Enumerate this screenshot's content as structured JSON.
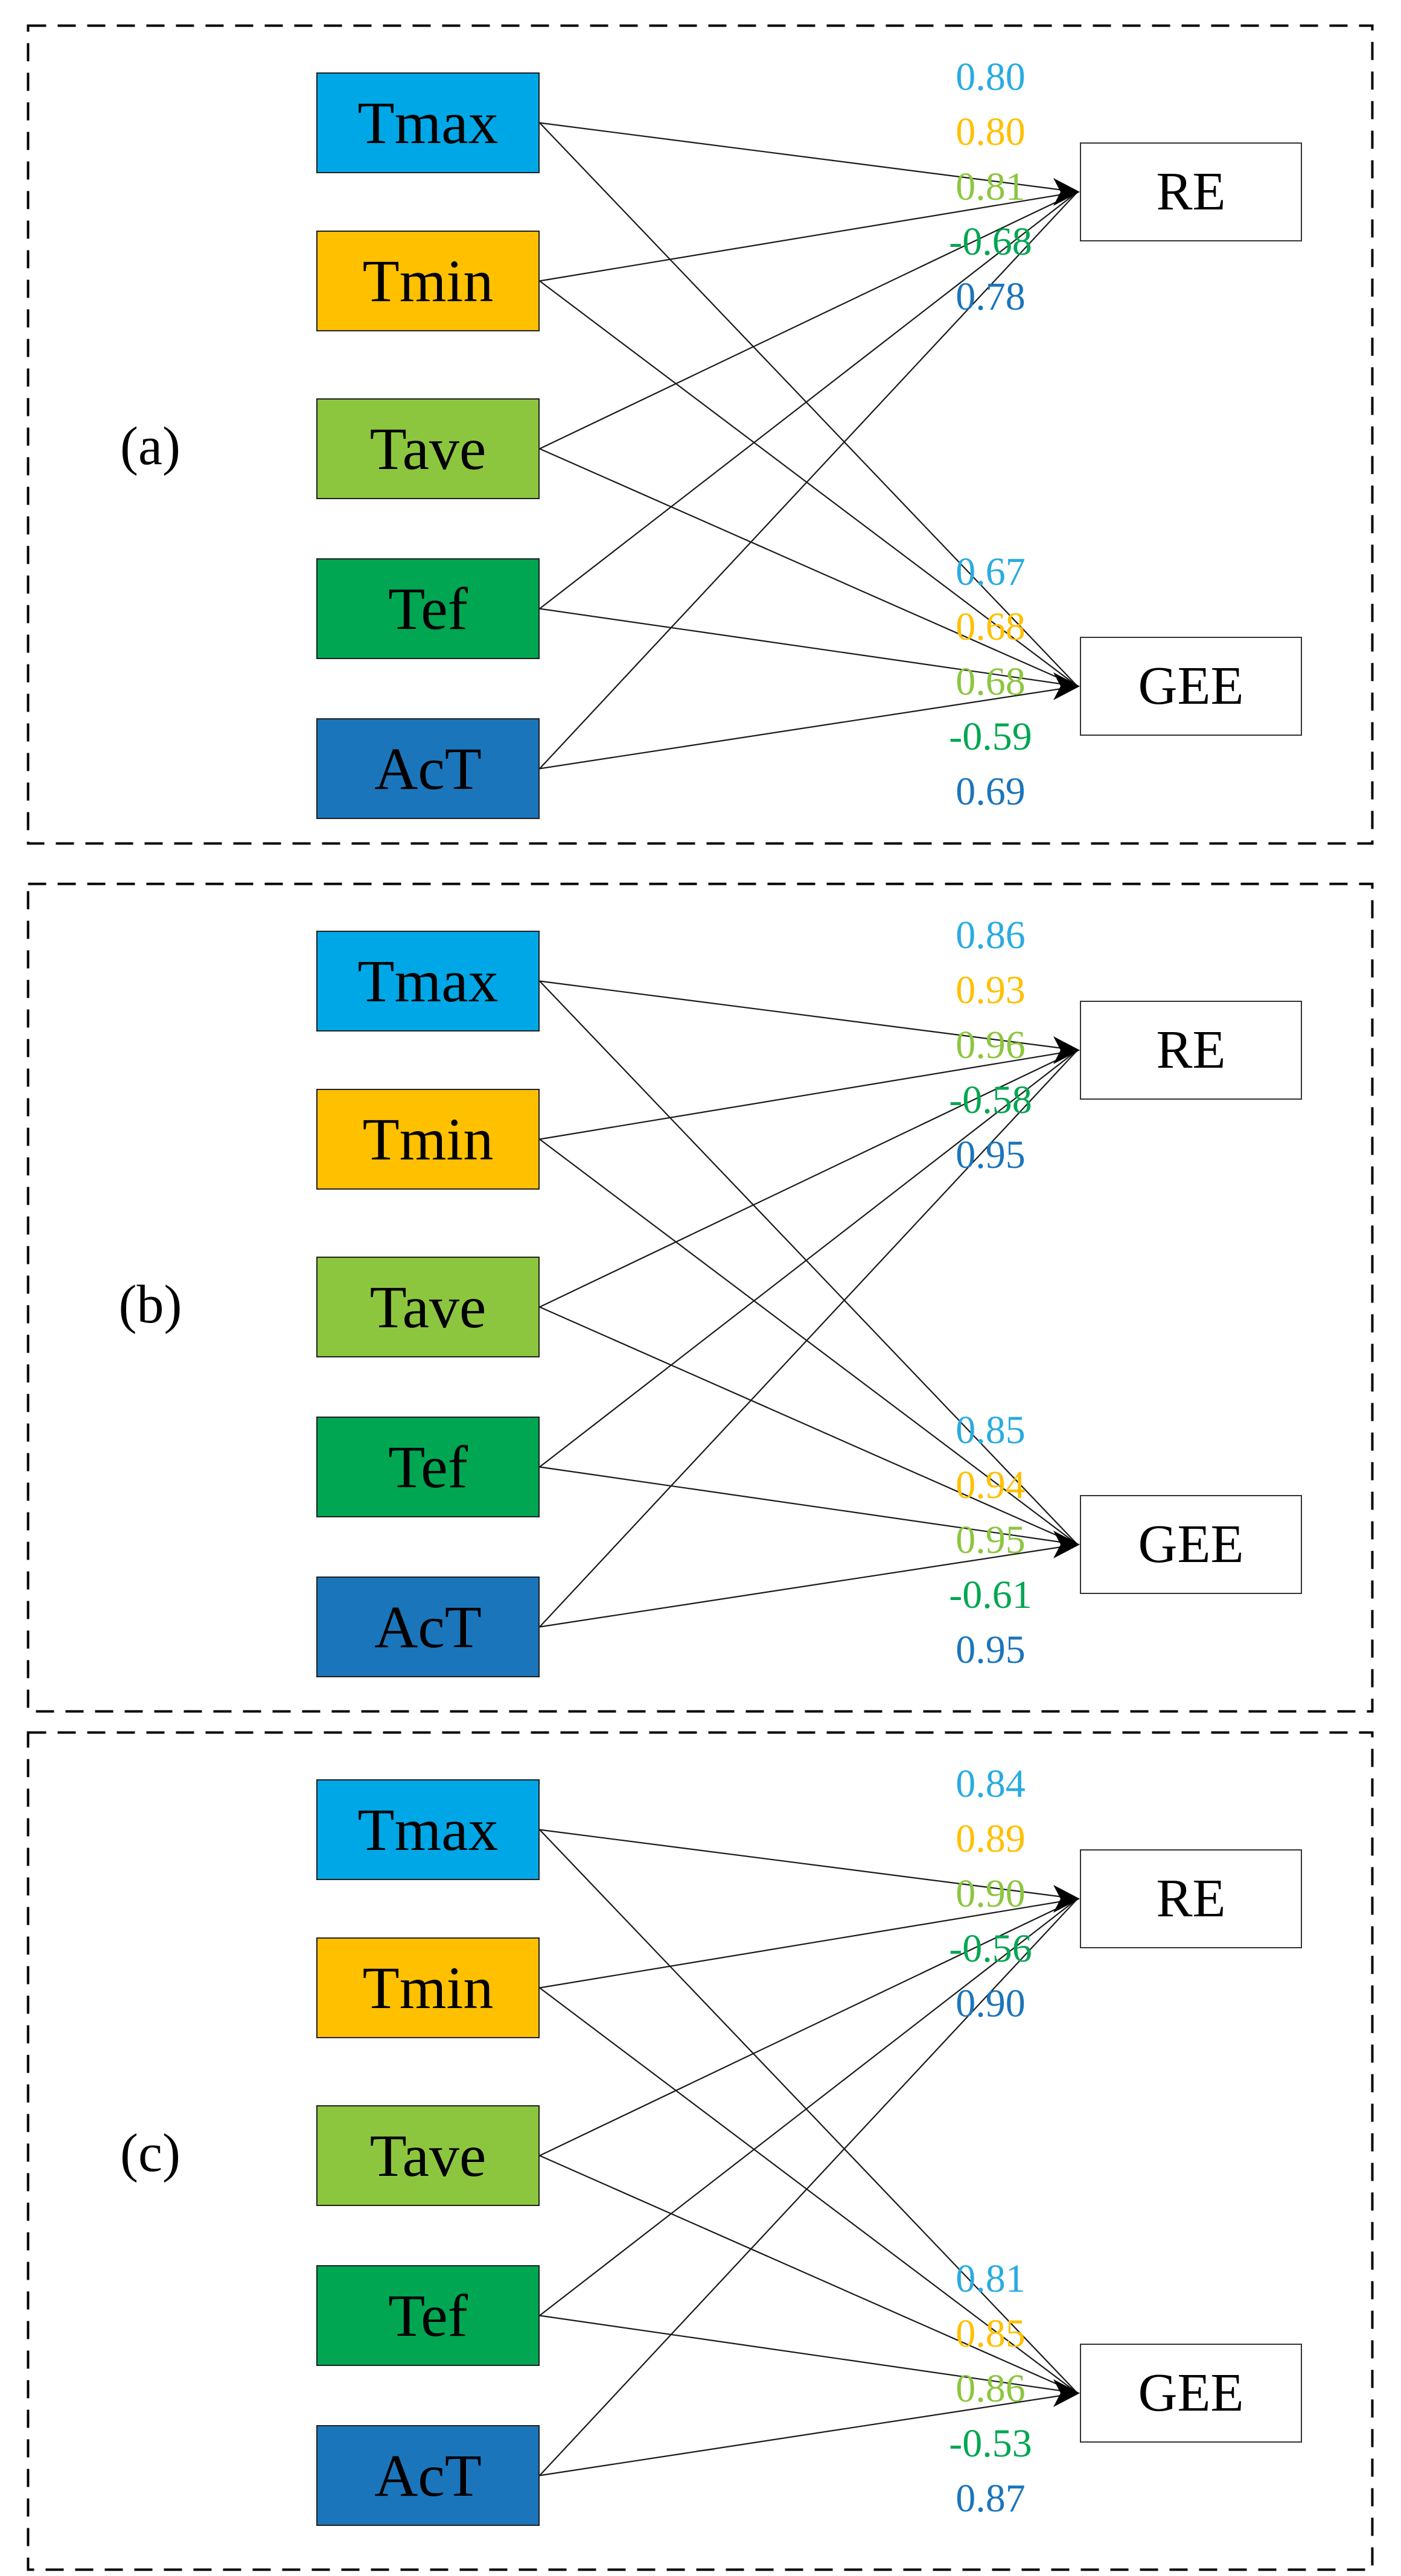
{
  "figure": {
    "predictors": [
      {
        "id": "tmax",
        "label": "Tmax",
        "box_color": "#00A7E7",
        "text_color": "#29ABE2"
      },
      {
        "id": "tmin",
        "label": "Tmin",
        "box_color": "#FFC000",
        "text_color": "#FFC000"
      },
      {
        "id": "tave",
        "label": "Tave",
        "box_color": "#8CC63F",
        "text_color": "#8CC63F"
      },
      {
        "id": "tef",
        "label": "Tef",
        "box_color": "#00A651",
        "text_color": "#00A651"
      },
      {
        "id": "act",
        "label": "AcT",
        "box_color": "#1B75BB",
        "text_color": "#1B75BB"
      }
    ],
    "targets": [
      {
        "id": "re",
        "label": "RE"
      },
      {
        "id": "gee",
        "label": "GEE"
      }
    ],
    "panels": [
      {
        "letter": "(a)",
        "re_values": [
          "0.80",
          "0.80",
          "0.81",
          "-0.68",
          "0.78"
        ],
        "gee_values": [
          "0.67",
          "0.68",
          "0.68",
          "-0.59",
          "0.69"
        ]
      },
      {
        "letter": "(b)",
        "re_values": [
          "0.86",
          "0.93",
          "0.96",
          "-0.58",
          "0.95"
        ],
        "gee_values": [
          "0.85",
          "0.94",
          "0.95",
          "-0.61",
          "0.95"
        ]
      },
      {
        "letter": "(c)",
        "re_values": [
          "0.84",
          "0.89",
          "0.90",
          "-0.56",
          "0.90"
        ],
        "gee_values": [
          "0.81",
          "0.85",
          "0.86",
          "-0.53",
          "0.87"
        ]
      }
    ],
    "line_color": "#1a1a1a",
    "border_color": "#000000"
  }
}
